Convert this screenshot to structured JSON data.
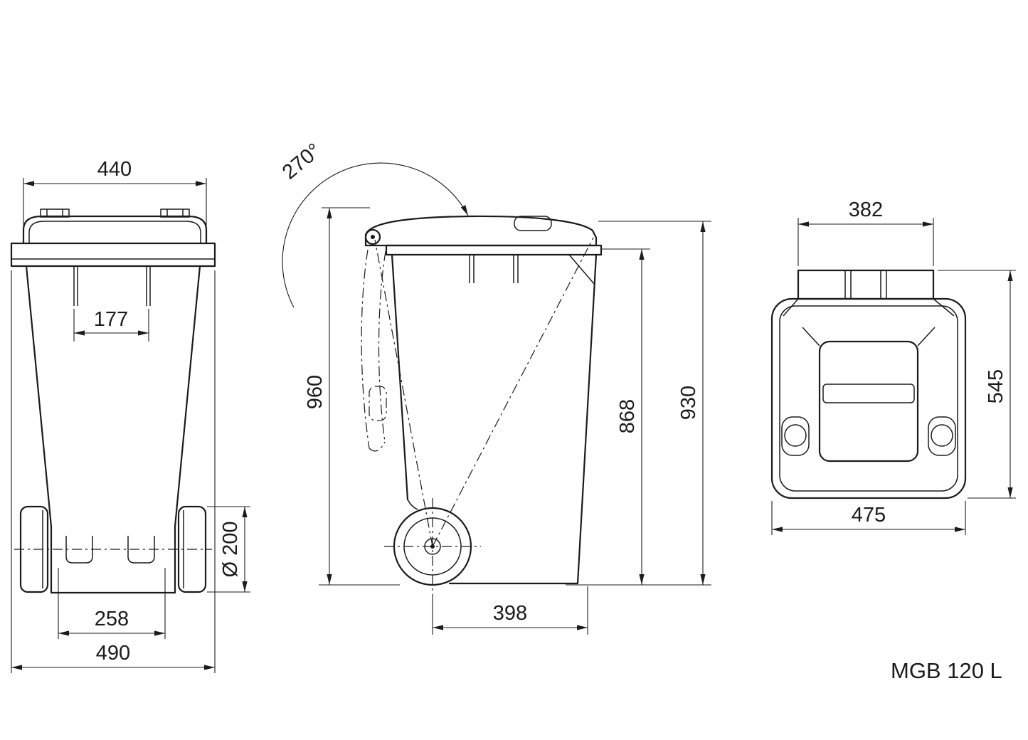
{
  "page": {
    "background": "#ffffff",
    "line_color": "#1b1b1b"
  },
  "drawing": {
    "model_label": "MGB 120 L",
    "front_view": {
      "lid_width": "440",
      "rib_spacing": "177",
      "wheel_diameter": "Ø 200",
      "wheel_track": "258",
      "overall_width": "490"
    },
    "side_view": {
      "lid_opening_angle": "270°",
      "height_lid_open": "960",
      "rim_height": "868",
      "overall_height": "930",
      "wheel_center_to_front": "398"
    },
    "top_view": {
      "hinge_width": "382",
      "depth": "545",
      "body_width": "475"
    }
  }
}
